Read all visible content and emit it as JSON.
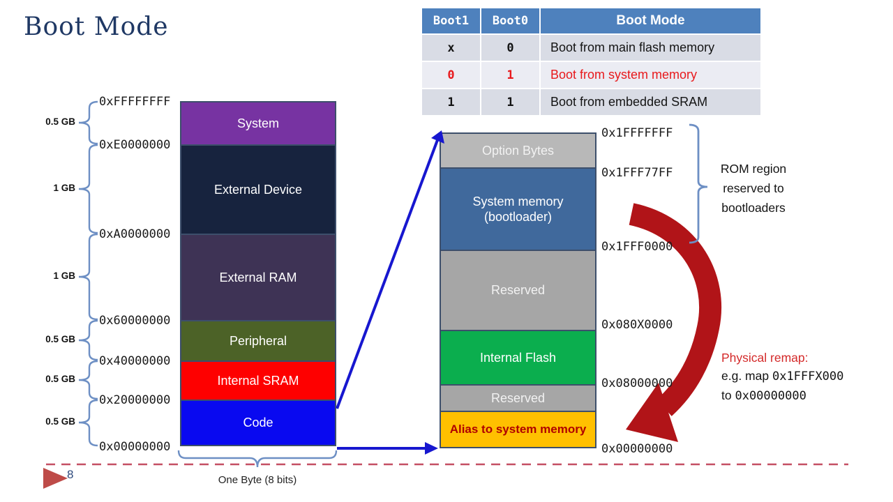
{
  "slide": {
    "title": "Boot Mode",
    "page_number": "8",
    "footer_note": "One Byte (8 bits)"
  },
  "boot_table": {
    "headers": [
      "Boot1",
      "Boot0",
      "Boot Mode"
    ],
    "rows": [
      {
        "boot1": "x",
        "boot0": "0",
        "mode": "Boot from main flash memory"
      },
      {
        "boot1": "0",
        "boot0": "1",
        "mode": "Boot from system memory"
      },
      {
        "boot1": "1",
        "boot0": "1",
        "mode": "Boot from embedded SRAM"
      }
    ]
  },
  "left_map": {
    "blocks": [
      {
        "label": "System",
        "color": "#7733A2"
      },
      {
        "label": "External Device",
        "color": "#17233E"
      },
      {
        "label": "External RAM",
        "color": "#3E3355"
      },
      {
        "label": "Peripheral",
        "color": "#4C6227"
      },
      {
        "label": "Internal SRAM",
        "color": "#FE0000"
      },
      {
        "label": "Code",
        "color": "#0909F0"
      }
    ],
    "addresses": [
      "0xFFFFFFFF",
      "0xE0000000",
      "0xA0000000",
      "0x60000000",
      "0x40000000",
      "0x20000000",
      "0x00000000"
    ],
    "sizes": [
      "0.5 GB",
      "1 GB",
      "1 GB",
      "0.5 GB",
      "0.5 GB",
      "0.5 GB"
    ]
  },
  "right_map": {
    "blocks": [
      {
        "label": "Option Bytes",
        "color": "#B8B8B8"
      },
      {
        "label": "System memory",
        "sublabel": "(bootloader)",
        "color": "#40699C"
      },
      {
        "label": "Reserved",
        "color": "#A6A6A6"
      },
      {
        "label": "Internal Flash",
        "color": "#0BAE4E"
      },
      {
        "label": "Reserved",
        "color": "#A6A6A6"
      },
      {
        "label": "Alias to system memory",
        "color": "#FFC000",
        "text_color": "#B00000"
      }
    ],
    "addresses": [
      "0x1FFFFFFF",
      "0x1FFF77FF",
      "0x1FFF0000",
      "0x080X0000",
      "0x08000000",
      "0x00000000"
    ]
  },
  "annotations": {
    "rom_region": "ROM region reserved to bootloaders",
    "remap_title": "Physical remap:",
    "remap_example_prefix": "e.g. map ",
    "remap_example_addr": "0x1FFFX000",
    "remap_target_prefix": "to ",
    "remap_target_addr": "0x00000000"
  },
  "colors": {
    "title_text": "#1F3864",
    "table_header_bg": "#4E81BD",
    "table_row_bg": "#D9DCE5",
    "table_row_alt_bg": "#EBECF3",
    "table_highlight_text": "#E8191C",
    "arrow_blue": "#1717CF",
    "remap_arrow_red": "#B11418",
    "brace_blue": "#6D8FC4",
    "dashed_line_red": "#C44F63",
    "footer_marker_red": "#BE4B48",
    "block_border": "#3D4F6B"
  }
}
